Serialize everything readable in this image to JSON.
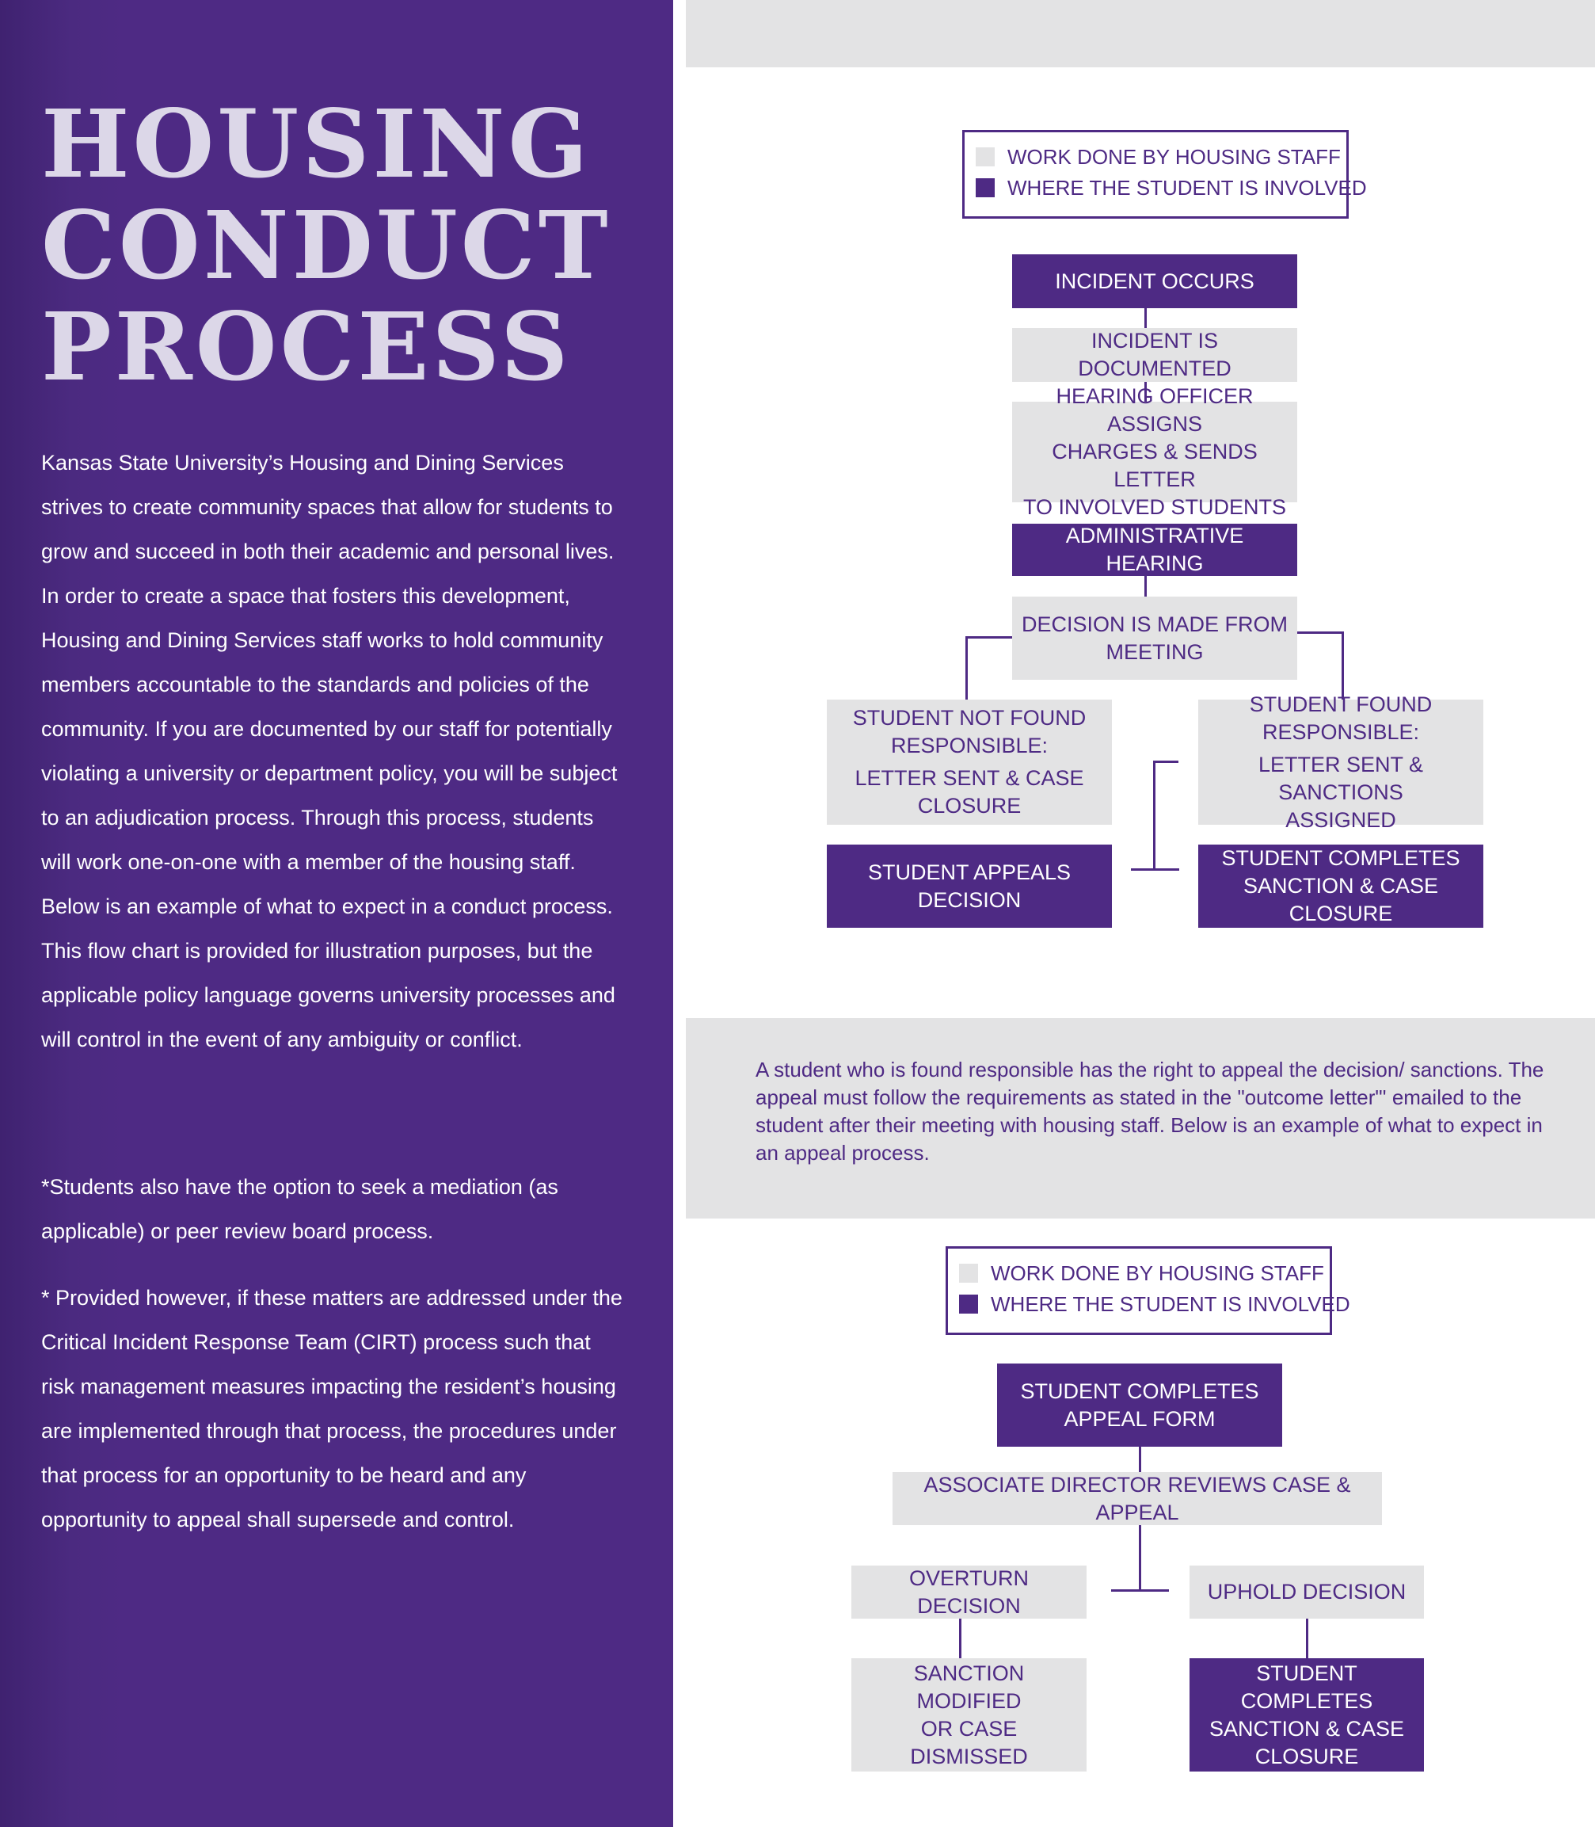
{
  "title": {
    "line1": "HOUSING",
    "line2": "CONDUCT",
    "line3": "PROCESS"
  },
  "intro": "Kansas State University’s Housing and Dining Services strives to create community spaces that allow for students to grow and succeed in both their academic and personal lives. In order to create a space that fosters this development, Housing and Dining Services staff works to hold community members accountable to the standards and policies of the community. If you are documented by our staff for potentially violating a university or department policy, you will be subject to an adjudication process. Through this process, students will work one-on-one with a member of the housing staff. Below is an example of what to expect in a conduct process. This flow chart is provided for illustration purposes, but the applicable policy language governs university processes and will control in the event of any ambiguity or conflict.",
  "note1": "*Students also have the option to seek a mediation (as applicable) or peer review board process.",
  "note2": "* Provided however, if these matters are addressed under the Critical Incident Response Team (CIRT) process such that risk management measures impacting the resident’s housing are implemented through that process, the procedures under that process for an opportunity to be heard and any opportunity to appeal shall supersede and control.",
  "legend": {
    "staff": "WORK DONE BY HOUSING STAFF",
    "student": "WHERE THE STUDENT IS INVOLVED"
  },
  "conduct_flow": {
    "incident_occurs": "INCIDENT OCCURS",
    "incident_documented": "INCIDENT IS DOCUMENTED",
    "hearing_officer": "HEARING OFFICER ASSIGNS\nCHARGES & SENDS LETTER\nTO INVOLVED STUDENTS",
    "administrative_hearing": "ADMINISTRATIVE HEARING",
    "decision_made": "DECISION IS MADE FROM\nMEETING",
    "not_responsible_heading": "STUDENT NOT FOUND\nRESPONSIBLE:",
    "not_responsible_detail": "LETTER SENT & CASE\nCLOSURE",
    "responsible_heading": "STUDENT FOUND\nRESPONSIBLE:",
    "responsible_detail": "LETTER SENT & SANCTIONS\nASSIGNED",
    "student_appeals": "STUDENT APPEALS\nDECISION",
    "student_completes": "STUDENT COMPLETES\nSANCTION & CASE CLOSURE"
  },
  "appeal_intro": "A student who is found responsible has the right to appeal the decision/ sanctions. The appeal must follow the requirements as stated in the \"outcome letter\"' emailed to the student after their meeting with housing staff. Below is an example of what to expect in an appeal process.",
  "appeal_flow": {
    "appeal_form": "STUDENT COMPLETES\nAPPEAL FORM",
    "director_reviews": "ASSOCIATE DIRECTOR REVIEWS CASE & APPEAL",
    "overturn": "OVERTURN DECISION",
    "uphold": "UPHOLD DECISION",
    "sanction_modified": "SANCTION MODIFIED\nOR CASE DISMISSED",
    "completes_sanction": "STUDENT COMPLETES\nSANCTION & CASE\nCLOSURE"
  },
  "colors": {
    "purple": "#4e2a84",
    "light_gray": "#e3e3e4",
    "title_lavender": "#dcd7e8"
  }
}
